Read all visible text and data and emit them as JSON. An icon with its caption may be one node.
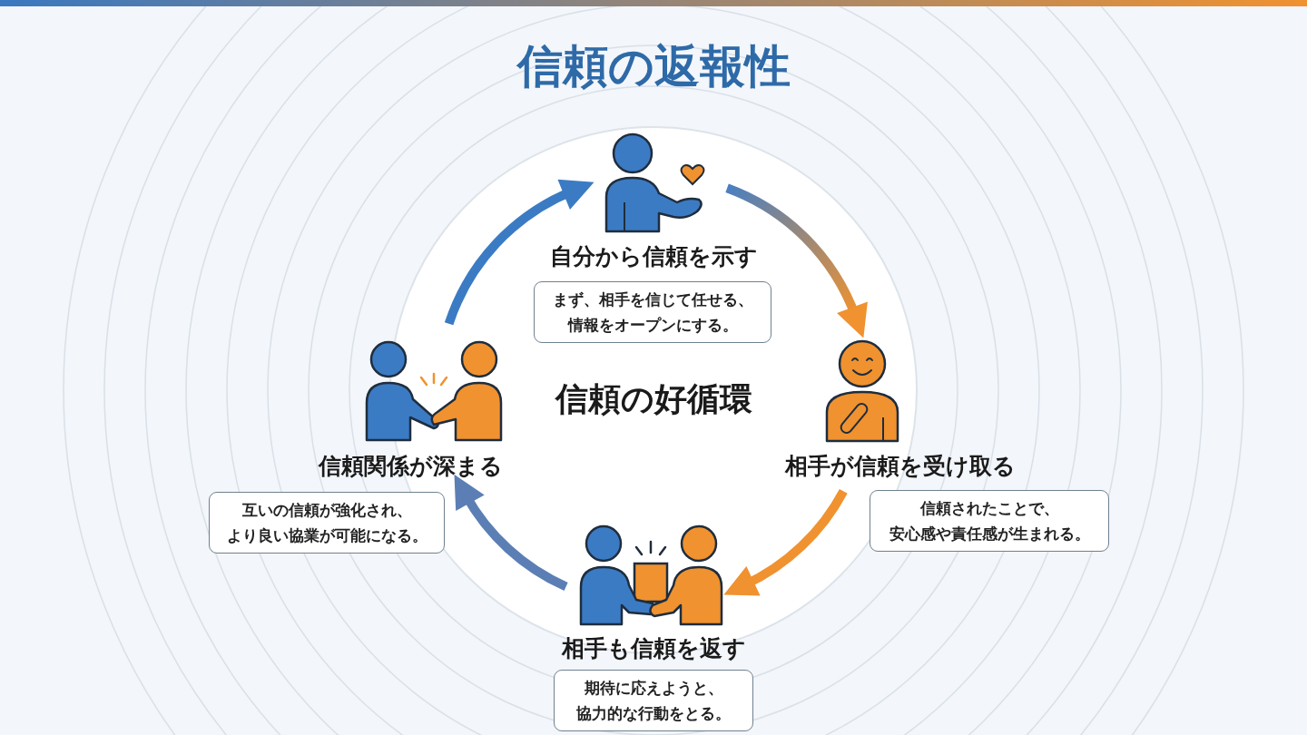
{
  "diagram": {
    "title": "信頼の返報性",
    "nodes": [
      {
        "text": [],
        "shape": "picture"
      },
      {
        "text": [
          "自分から信頼を示す"
        ]
      },
      {
        "text": [
          "まず、相手を信じて任せる、情報をオープンにする。"
        ]
      },
      {
        "text": [],
        "shape": "picture"
      },
      {
        "text": [
          "相手が信頼を受け取る"
        ]
      },
      {
        "text": [
          "信頼されたことで、安心感や責任感が生まれる。"
        ]
      },
      {
        "text": [],
        "shape": "picture"
      },
      {
        "text": [
          "相手も信頼を返す"
        ]
      },
      {
        "text": [
          "期待に応えようと、協力的な行動をとる。"
        ]
      },
      {
        "text": [],
        "shape": "picture"
      },
      {
        "text": [
          "信頼関係が深まる"
        ]
      },
      {
        "text": [
          "互いの信頼が強化され、より良い協業が可能になる。"
        ]
      }
    ],
    "edges": [
      {
        "from": 0,
        "to": 3,
        "arrow": "to",
        "color": "#f0922f"
      },
      {
        "from": 4,
        "to": 6,
        "arrow": "to",
        "color": "#f0922f"
      },
      {
        "from": 6,
        "to": 10,
        "arrow": "to",
        "color": "#5b7fb5"
      },
      {
        "from": 9,
        "to": 0,
        "arrow": "to",
        "color": "#3b7bc4"
      }
    ],
    "labels": [
      "信頼の好循環"
    ]
  }
}
